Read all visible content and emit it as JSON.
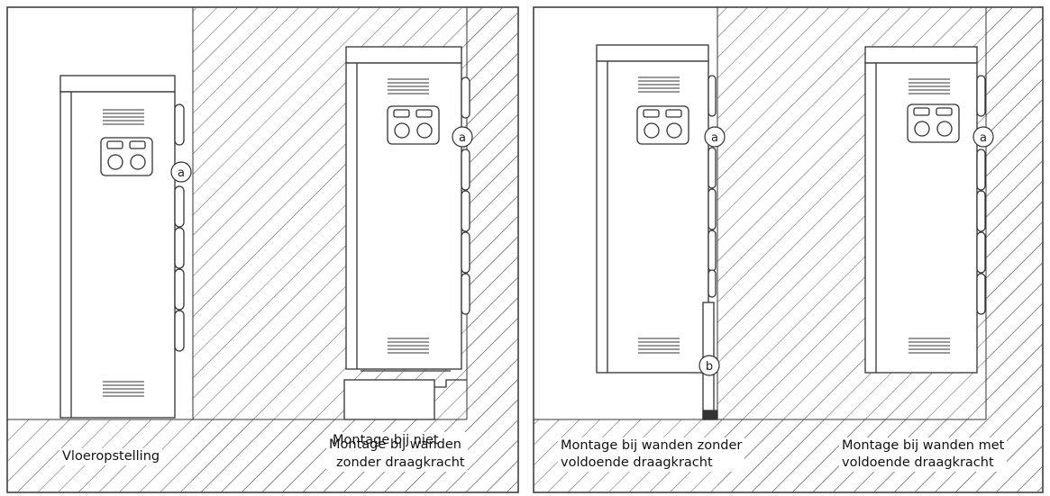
{
  "panels": [
    {
      "id": "left",
      "captions": [
        {
          "lines": [
            "Vloeropstelling"
          ]
        },
        {
          "lines": [
            "Montage bij niet",
            "Montage bij wanden",
            "zonder draagkracht"
          ]
        }
      ]
    },
    {
      "id": "right",
      "captions": [
        {
          "lines": [
            "Montage bij wanden zonder",
            "voldoende draagkracht"
          ]
        },
        {
          "lines": [
            "Montage bij wanden met",
            "voldoende draagkracht"
          ]
        }
      ]
    }
  ],
  "callouts": {
    "a": "a",
    "b": "b"
  },
  "colors": {
    "line": "#333333",
    "hatch": "#555555",
    "background": "#ffffff"
  }
}
